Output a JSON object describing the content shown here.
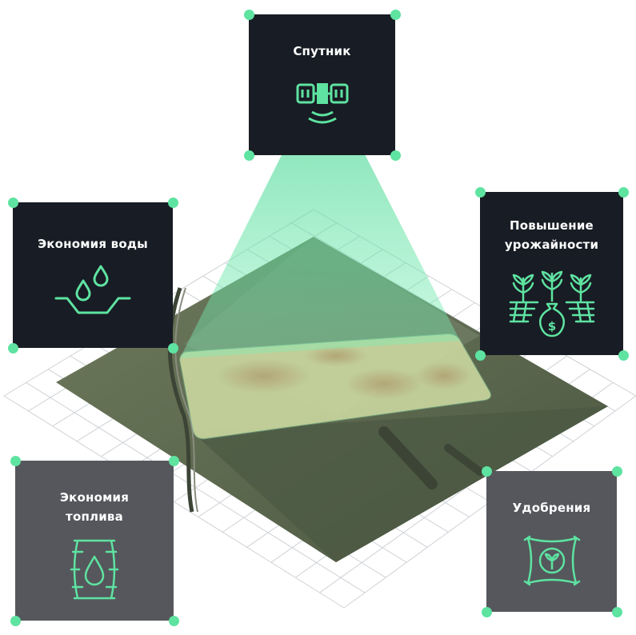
{
  "accent_color": "#5ee3a1",
  "card_dark_color": "#181c24",
  "card_gray_color": "#55575c",
  "cards": {
    "satellite": {
      "label": "Спутник",
      "icon": "satellite-icon"
    },
    "water": {
      "label": "Экономия воды",
      "icon": "water-saving-icon"
    },
    "yield": {
      "label": "Повышение\nурожайности",
      "icon": "crop-yield-icon"
    },
    "fuel": {
      "label": "Экономия\nтоплива",
      "icon": "fuel-barrel-icon"
    },
    "fertilizer": {
      "label": "Удобрения",
      "icon": "fertilizer-bag-icon"
    }
  }
}
